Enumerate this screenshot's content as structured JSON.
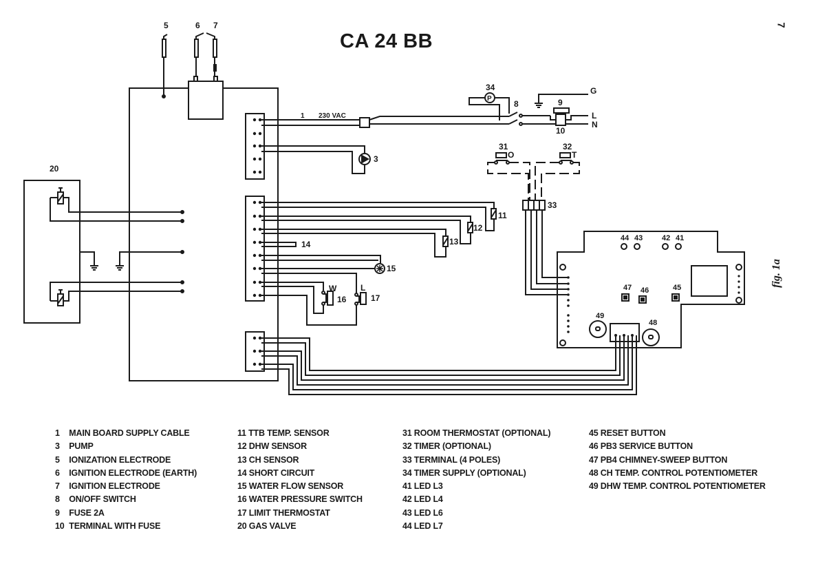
{
  "title": "CA 24 BB",
  "page_number": "7",
  "figure_label": "fig. 1a",
  "supply_label": "230 VAC",
  "mains_terminals": [
    "G",
    "L",
    "N"
  ],
  "relay_labels": {
    "room_thermostat_contact": "O",
    "timer_contact": "T",
    "pressure_switch": "W",
    "limit_thermostat": "L"
  },
  "timer_supply_symbol": "P",
  "callouts": {
    "c1": "1",
    "c3": "3",
    "c5": "5",
    "c6": "6",
    "c7": "7",
    "c8": "8",
    "c9": "9",
    "c10": "10",
    "c11": "11",
    "c12": "12",
    "c13": "13",
    "c14": "14",
    "c15": "15",
    "c16": "16",
    "c17": "17",
    "c20": "20",
    "c31": "31",
    "c32": "32",
    "c33": "33",
    "c34": "34",
    "c41": "41",
    "c42": "42",
    "c43": "43",
    "c44": "44",
    "c45": "45",
    "c46": "46",
    "c47": "47",
    "c48": "48",
    "c49": "49"
  },
  "legend": {
    "col1": [
      {
        "num": "1",
        "text": "MAIN BOARD SUPPLY CABLE"
      },
      {
        "num": "3",
        "text": "PUMP"
      },
      {
        "num": "5",
        "text": "IONIZATION ELECTRODE"
      },
      {
        "num": "6",
        "text": "IGNITION ELECTRODE (EARTH)"
      },
      {
        "num": "7",
        "text": "IGNITION ELECTRODE"
      },
      {
        "num": "8",
        "text": "ON/OFF SWITCH"
      },
      {
        "num": "9",
        "text": "FUSE 2A"
      },
      {
        "num": "10",
        "text": "TERMINAL WITH FUSE"
      }
    ],
    "col2": [
      {
        "num": "11",
        "text": "TTB TEMP. SENSOR"
      },
      {
        "num": "12",
        "text": "DHW SENSOR"
      },
      {
        "num": "13",
        "text": "CH SENSOR"
      },
      {
        "num": "14",
        "text": "SHORT CIRCUIT"
      },
      {
        "num": "15",
        "text": "WATER FLOW SENSOR"
      },
      {
        "num": "16",
        "text": "WATER PRESSURE SWITCH"
      },
      {
        "num": "17",
        "text": "LIMIT THERMOSTAT"
      },
      {
        "num": "20",
        "text": "GAS VALVE"
      }
    ],
    "col3": [
      {
        "num": "31",
        "text": "ROOM THERMOSTAT (OPTIONAL)"
      },
      {
        "num": "32",
        "text": "TIMER (OPTIONAL)"
      },
      {
        "num": "33",
        "text": "TERMINAL (4 POLES)"
      },
      {
        "num": "34",
        "text": "TIMER SUPPLY (OPTIONAL)"
      },
      {
        "num": "41",
        "text": "LED L3"
      },
      {
        "num": "42",
        "text": "LED L4"
      },
      {
        "num": "43",
        "text": "LED L6"
      },
      {
        "num": "44",
        "text": "LED L7"
      }
    ],
    "col4": [
      {
        "num": "45",
        "text": "RESET BUTTON"
      },
      {
        "num": "46",
        "text": "PB3 SERVICE BUTTON"
      },
      {
        "num": "47",
        "text": "PB4 CHIMNEY-SWEEP BUTTON"
      },
      {
        "num": "48",
        "text": "CH TEMP. CONTROL POTENTIOMETER"
      },
      {
        "num": "49",
        "text": "DHW TEMP. CONTROL POTENTIOMETER"
      }
    ]
  }
}
